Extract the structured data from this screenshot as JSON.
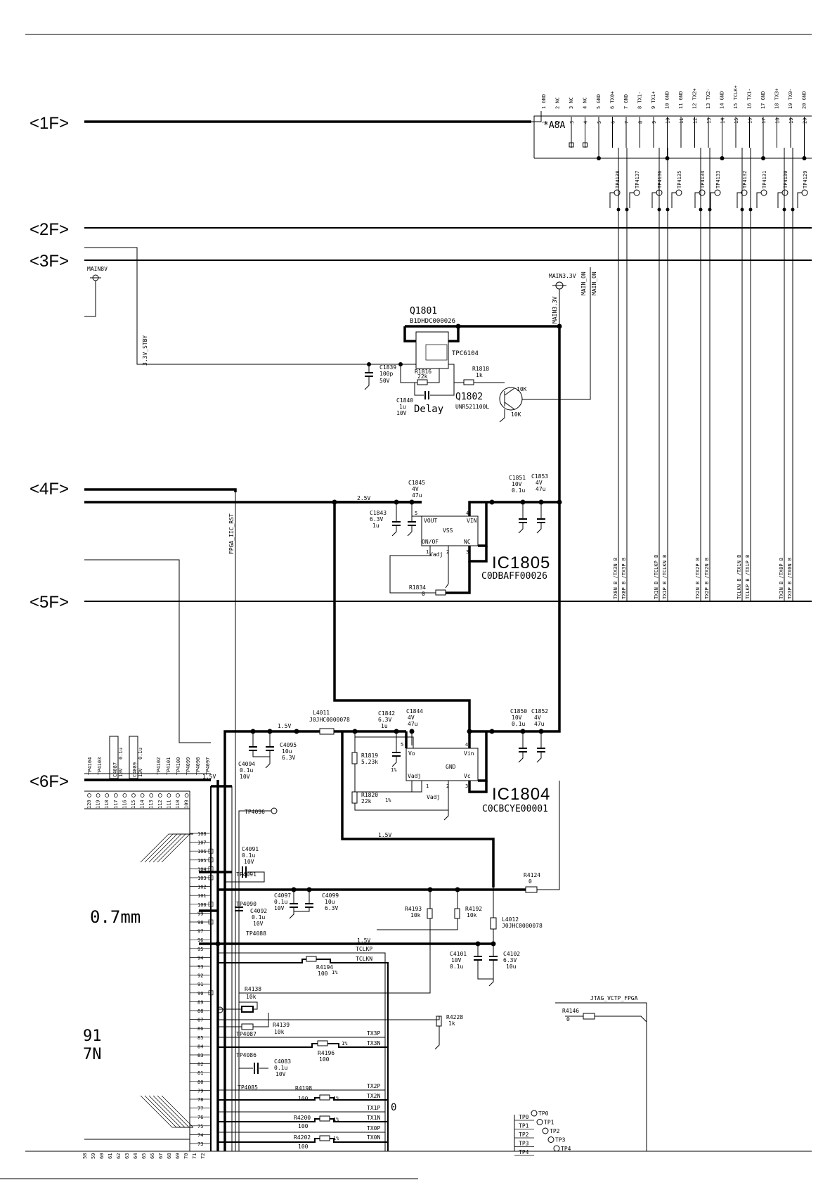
{
  "floor_labels": [
    "<1F>",
    "<2F>",
    "<3F>",
    "<4F>",
    "<5F>",
    "<6F>"
  ],
  "connector": {
    "ref": "*A8A",
    "pin_labels": [
      "1 GND",
      "2 NC",
      "3 NC",
      "4 NC",
      "5 GND",
      "6 TX0+",
      "7 GND",
      "8 TX1-",
      "9 TX1+",
      "10 GND",
      "11 GND",
      "12 TX2+",
      "13 TX2-",
      "14 GND",
      "15 TCLK+",
      "16 TX1-",
      "17 GND",
      "18 TX3+",
      "19 TX0-",
      "20 GND"
    ],
    "pin_numbers": [
      "1",
      "2",
      "3",
      "4",
      "5",
      "6",
      "7",
      "8",
      "9",
      "10",
      "11",
      "12",
      "13",
      "14",
      "15",
      "16",
      "17",
      "18",
      "19",
      "20"
    ],
    "test_points": [
      "TP4138",
      "TP4137",
      "TP4136",
      "TP4135",
      "TP4134",
      "TP4133",
      "TP4132",
      "TP4131",
      "TP4130",
      "TP4129"
    ]
  },
  "bus_nets": [
    "TX0N_B /TX3N_B",
    "TX0P_B /TX3P_B",
    "TX1N_B /TCLKP_B",
    "TX1P_B /TCLKN_B",
    "TX2N_B /TX2P_B",
    "TX2P_B /TX2N_B",
    "TCLKN_B /TX1N_B",
    "TCLKP_B /TX1P_B",
    "TX3N_B /TX0P_B",
    "TX3P_B /TX0N_B"
  ],
  "nets": {
    "main8v": "MAIN8V",
    "stby": "3.3V_STBY",
    "main33": "MAIN3.3V",
    "main33_vert": "MAIN3.3V",
    "main_on1": "MAIN_ON",
    "main_on2": "MAIN_ON",
    "v25": "2.5V",
    "v15a": "1.5V",
    "v15b": "1.5V",
    "v15c": "1.5V",
    "v15d": "1.5V",
    "fpga_rst": "FPGA_IIC_RST",
    "jtag": "JTAG_VCTP_FPGA",
    "delay": "Delay",
    "tclkp": "TCLKP",
    "tclkn": "TCLKN",
    "tx3p": "TX3P",
    "tx3n": "TX3N",
    "tx2p": "TX2P",
    "tx2n": "TX2N",
    "tx1p": "TX1P",
    "tx1n": "TX1N",
    "tx0p": "TX0P",
    "tx0n": "TX0N",
    "dim": "0.7mm",
    "frag1": "91",
    "frag2": "7N",
    "zero": "0"
  },
  "q1801": {
    "ref": "Q1801",
    "part": "B1DHDC000026",
    "sub": "TPC6104"
  },
  "q1802": {
    "ref": "Q1802",
    "part": "UNR521100L",
    "r1": "10K",
    "r2": "10K"
  },
  "ic1805": {
    "ref": "IC1805",
    "part": "C0DBAFF00026",
    "vout": "VOUT",
    "vin": "VIN",
    "vss": "VSS",
    "onoff": "ON/OF",
    "nc": "NC",
    "vadj": "Vadj",
    "p4": "4",
    "p1": "1",
    "p2": "2",
    "p3": "3",
    "p5": "5"
  },
  "ic1804": {
    "ref": "IC1804",
    "part": "C0CBCYE00001",
    "vo": "Vo",
    "vin": "Vin",
    "gnd": "GND",
    "vadj": "Vadj",
    "vc": "Vc",
    "vadj2": "Vadj",
    "p4": "4",
    "p1": "1",
    "p2": "2",
    "p3": "3",
    "p5": "5"
  },
  "parts": {
    "c1839": [
      "C1839",
      "100p",
      "50V"
    ],
    "r1816": [
      "R1816",
      "22k"
    ],
    "r1818": [
      "R1818",
      "1k"
    ],
    "c1840": [
      "C1840",
      "1u",
      "10V"
    ],
    "c1845": [
      "C1845",
      "4V",
      "47u"
    ],
    "c1843": [
      "C1843",
      "6.3V",
      "1u"
    ],
    "c1851": [
      "C1851",
      "10V",
      "0.1u"
    ],
    "c1853": [
      "C1853",
      "4V",
      "47u"
    ],
    "r1834": [
      "R1834",
      "0"
    ],
    "l4011": [
      "L4011",
      "J0JHC0000078"
    ],
    "c1842": [
      "C1842",
      "6.3V",
      "1u"
    ],
    "c1844": [
      "C1844",
      "4V",
      "47u"
    ],
    "c1850": [
      "C1850",
      "10V",
      "0.1u"
    ],
    "c1852": [
      "C1852",
      "4V",
      "47u"
    ],
    "r1819": [
      "R1819",
      "5.23k",
      "1%"
    ],
    "r1820": [
      "R1820",
      "22k",
      "1%"
    ],
    "c4094": [
      "C4094",
      "0.1u",
      "10V"
    ],
    "c4095": [
      "C4095",
      "10u",
      "6.3V"
    ],
    "c4091": [
      "C4091",
      "0.1u",
      "10V"
    ],
    "c4097": [
      "C4097",
      "0.1u",
      "10V"
    ],
    "c4099": [
      "C4099",
      "10u",
      "6.3V"
    ],
    "c4092": [
      "C4092",
      "0.1u",
      "10V"
    ],
    "r4124": [
      "R4124",
      "0"
    ],
    "r4193": [
      "R4193",
      "10k"
    ],
    "r4192": [
      "R4192",
      "10k"
    ],
    "l4012": [
      "L4012",
      "J0JHC0000078"
    ],
    "c4101": [
      "C4101",
      "10V",
      "0.1u"
    ],
    "c4102": [
      "C4102",
      "6.3V",
      "10u"
    ],
    "r4194": [
      "R4194",
      "100",
      "1%"
    ],
    "r4138": [
      "R4138",
      "10k"
    ],
    "r4139": [
      "R4139",
      "10k"
    ],
    "r4196": [
      "R4196",
      "100",
      "1%"
    ],
    "c4083": [
      "C4083",
      "0.1u",
      "10V"
    ],
    "r4198": [
      "R4198",
      "100",
      "1%"
    ],
    "r4200": [
      "R4200",
      "100",
      "1%"
    ],
    "r4202": [
      "R4202",
      "100",
      "1%"
    ],
    "r4228": [
      "R4228",
      "1k"
    ],
    "r4146": [
      "R4146",
      "0"
    ],
    "c4087": [
      "C4087",
      "10V",
      "0.1u"
    ],
    "c4089": [
      "C4089",
      "10V",
      "0.1u"
    ]
  },
  "test_points_left": [
    "TP4104",
    "TP4103",
    "TP4102",
    "TP4101",
    "TP4100",
    "TP4099",
    "TP4098",
    "TP4097"
  ],
  "test_points_fpga": [
    "TP4096",
    "TP4091",
    "TP4090",
    "TP4088",
    "TP4087",
    "TP4086",
    "TP4085"
  ],
  "fpga_pins_left": [
    "108",
    "107",
    "106",
    "105",
    "104",
    "103",
    "102",
    "101",
    "100",
    "99",
    "98",
    "97",
    "96",
    "95",
    "94",
    "93",
    "92",
    "91",
    "90",
    "89",
    "88",
    "87",
    "86",
    "85",
    "84",
    "83",
    "82",
    "81",
    "80",
    "79",
    "78",
    "77",
    "76",
    "75",
    "74",
    "73"
  ],
  "fpga_pins_top": [
    "120",
    "119",
    "118",
    "117",
    "116",
    "115",
    "114",
    "113",
    "112",
    "111",
    "110",
    "109"
  ],
  "fpga_pins_bottom": [
    "58",
    "59",
    "60",
    "61",
    "62",
    "63",
    "64",
    "65",
    "66",
    "67",
    "68",
    "69",
    "70",
    "71",
    "72"
  ],
  "tp_bottom": [
    "TP0",
    "TP1",
    "TP2",
    "TP3",
    "TP4"
  ],
  "tp_bottom_labels": [
    "TP0",
    "TP1",
    "TP2",
    "TP3",
    "TP4"
  ]
}
